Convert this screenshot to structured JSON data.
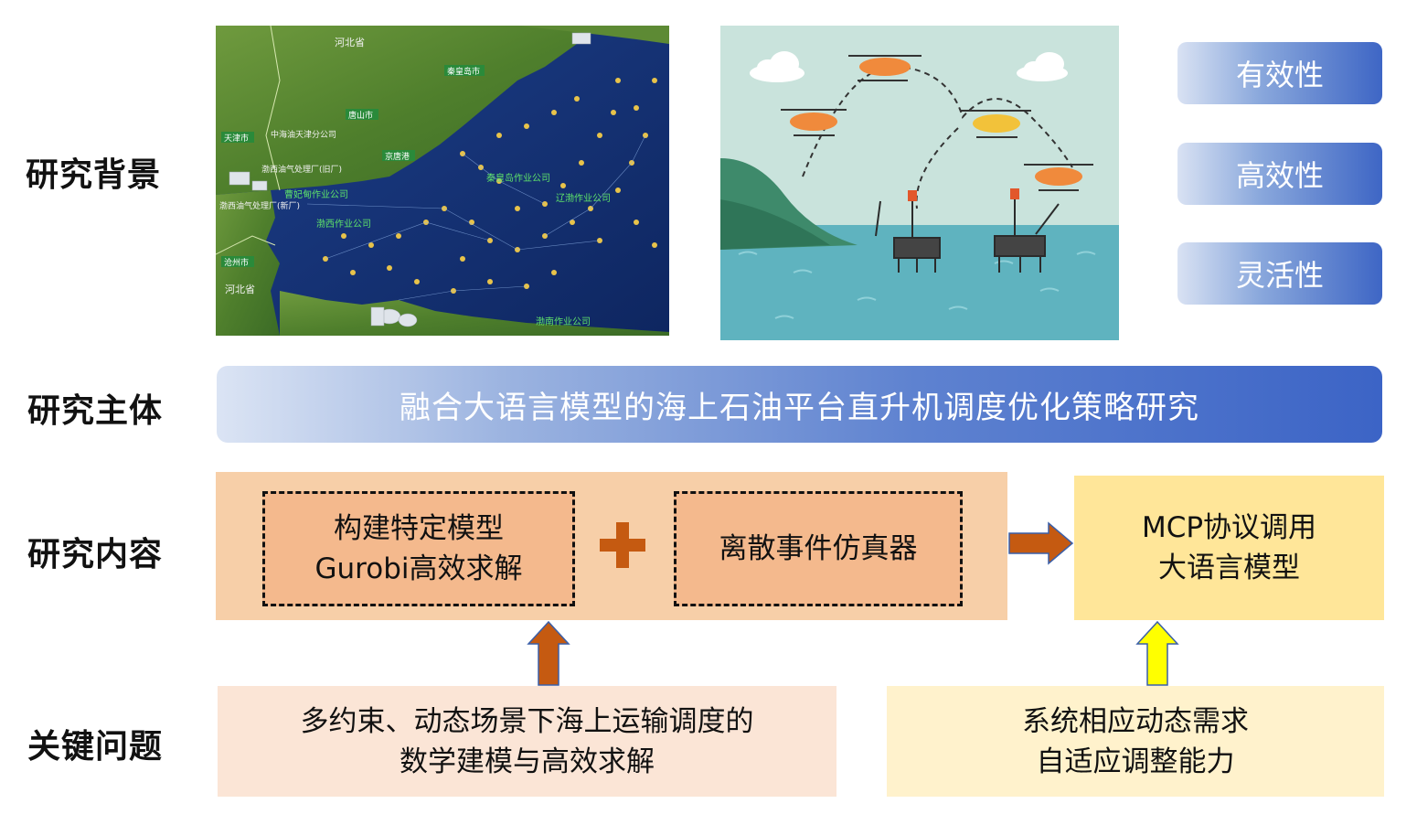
{
  "rows": {
    "background": "研究背景",
    "subject": "研究主体",
    "content": "研究内容",
    "key_issues": "关键问题"
  },
  "properties": [
    "有效性",
    "高效性",
    "灵活性"
  ],
  "main_title": "融合大语言模型的海上石油平台直升机调度优化策略研究",
  "content_boxes": {
    "model": [
      "构建特定模型",
      "Gurobi高效求解"
    ],
    "simulator": "离散事件仿真器",
    "llm": [
      "MCP协议调用",
      "大语言模型"
    ]
  },
  "issues": {
    "left": [
      "多约束、动态场景下海上运输调度的",
      "数学建模与高效求解"
    ],
    "right": [
      "系统相应动态需求",
      "自适应调整能力"
    ]
  },
  "map_labels": {
    "province_top": "河北省",
    "province_bottom": "河北省",
    "tianjin": "天津市",
    "tangshan": "唐山市",
    "qinhuangdao": "秦皇岛市",
    "cangzhou": "沧州市",
    "jingtang": "京唐港",
    "tianjin_branch": "中海油天津分公司",
    "plant_old": "渤西油气处理厂(旧厂)",
    "plant_new": "渤西油气处理厂(新厂)",
    "caofeidian": "曹妃甸作业公司",
    "bohai_west": "渤西作业公司",
    "qinhuangdao_op": "秦皇岛作业公司",
    "liaodong": "辽渤作业公司",
    "bohai_south": "渤南作业公司"
  },
  "colors": {
    "pill_blue": "#3e66c5",
    "orange_panel": "#f7cfa8",
    "dashed_box": "#f4b98d",
    "arrow_orange": "#c55a11",
    "yellow_panel": "#ffe699",
    "light_orange_panel": "#fbe5d6",
    "light_yellow_panel": "#fff2cc",
    "arrow_yellow": "#ffff00"
  }
}
